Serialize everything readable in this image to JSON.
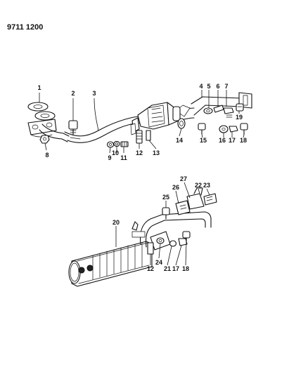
{
  "diagram": {
    "reference_number": "9711 1200",
    "callouts": {
      "c1": "1",
      "c2": "2",
      "c3": "3",
      "c4": "4",
      "c5": "5",
      "c6": "6",
      "c7": "7",
      "c8": "8",
      "c9": "9",
      "c10": "10",
      "c11": "11",
      "c12": "12",
      "c13": "13",
      "c14": "14",
      "c15": "15",
      "c16": "16",
      "c17": "17",
      "c18": "18",
      "c19": "19",
      "c20": "20",
      "c21": "21",
      "c22": "22",
      "c23": "23",
      "c24": "24",
      "c25": "25",
      "c26": "26",
      "c27": "27"
    },
    "callouts_lower": {
      "c12b": "12",
      "c17b": "17",
      "c18b": "18"
    }
  }
}
